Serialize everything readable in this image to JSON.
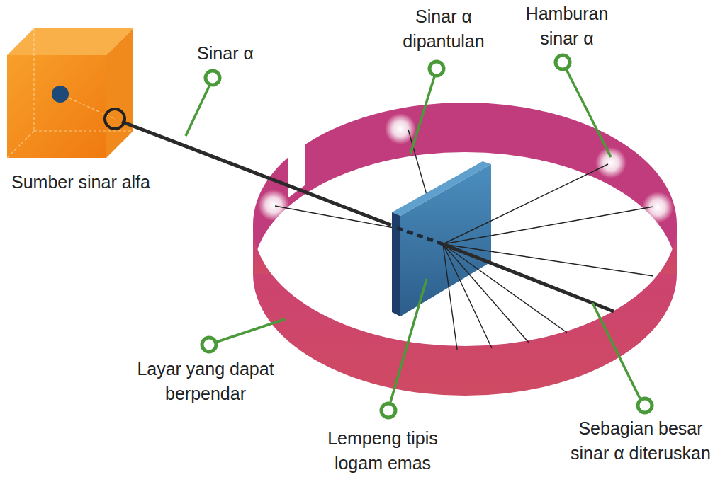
{
  "diagram": {
    "labels": [
      "Sinar α",
      "Sinar α dipantulan",
      "Hamburan sinar α",
      "Sumber sinar alfa",
      "Layar yang dapat berpendar",
      "Lempeng tipis logam emas",
      "Sebagian besar sinar α diteruskan"
    ]
  }
}
